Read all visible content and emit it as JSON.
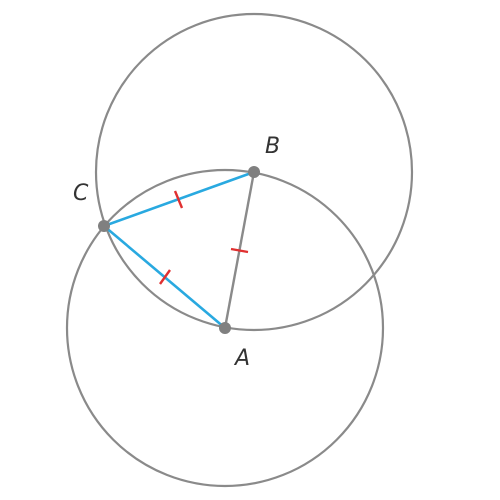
{
  "points": [
    {
      "id": "A",
      "label": "A"
    },
    {
      "id": "B",
      "label": "B"
    },
    {
      "id": "C",
      "label": "C"
    }
  ],
  "colors": {
    "circle": "#8a8a8a",
    "point": "#808080",
    "segment_ab": "#8a8a8a",
    "segment_highlight": "#29a9e0",
    "tick": "#e03030",
    "label": "#333333"
  }
}
